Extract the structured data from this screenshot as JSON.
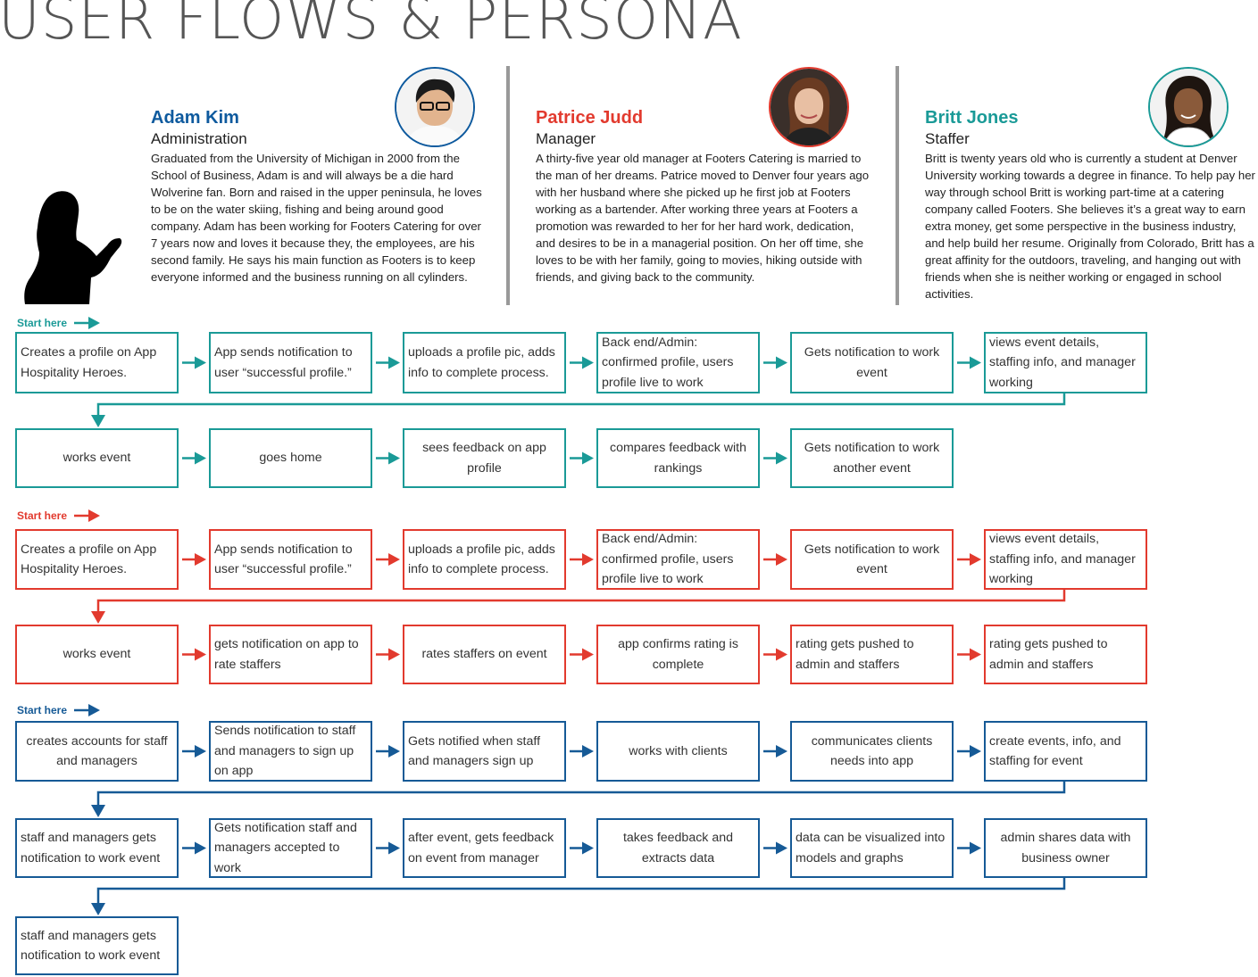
{
  "title": "USER FLOWS & PERSONA",
  "colors": {
    "teal": "#1a9a97",
    "red": "#e23a2e",
    "blue": "#165a96",
    "name_blue": "#0e5a9e"
  },
  "personas": [
    {
      "name": "Adam Kim",
      "role": "Administration",
      "color": "#0e5a9e",
      "bio": "Graduated from the University of Michigan in 2000 from the School of Business, Adam is and will always be a die hard Wolverine fan. Born and raised in the upper peninsula, he loves to be on the water skiing, fishing and being around good company. Adam has been working for Footers Catering for over 7 years now and loves it because they, the employees, are his second family. He says his main function as Footers is to keep everyone informed and the business running on all cylinders."
    },
    {
      "name": "Patrice Judd",
      "role": "Manager",
      "color": "#e23a2e",
      "bio": "A thirty-five year old manager at Footers Catering is married to the man of her dreams. Patrice moved to Denver four years ago with her husband where she picked up he first job at Footers working as a bartender. After working three years at Footers a promotion was rewarded to her for her hard work, dedication, and desires to be in a managerial position. On her off time, she loves to be with her family, going to movies, hiking outside with friends, and giving back to the community."
    },
    {
      "name": "Britt Jones",
      "role": "Staffer",
      "color": "#1a9a97",
      "bio": "Britt is twenty years old who is currently a student at Denver University working towards a degree in finance. To help pay her way through school Britt is working part-time at a catering company called Footers. She believes it’s a great way to earn extra money, get some perspective in the business industry, and help build her resume. Originally from Colorado, Britt has a great affinity for the outdoors, traveling, and hanging out with friends when she is neither working or engaged in school activities."
    }
  ],
  "flows": [
    {
      "start_label": "Start here",
      "color": "#1a9a97",
      "rows": [
        [
          "Creates a profile on App Hospitality Heroes.",
          "App sends notification to user “successful profile.”",
          "uploads a profile pic, adds info to complete process.",
          "Back end/Admin: confirmed profile, users profile live to work",
          "Gets notification to work event",
          "views event details, staffing info, and manager working"
        ],
        [
          "works event",
          "goes home",
          "sees feedback on app profile",
          "compares feedback with rankings",
          "Gets notification to work another event"
        ]
      ]
    },
    {
      "start_label": "Start here",
      "color": "#e23a2e",
      "rows": [
        [
          "Creates a profile on App Hospitality Heroes.",
          "App sends notification to user “successful profile.”",
          "uploads a profile pic, adds info to complete process.",
          "Back end/Admin: confirmed profile, users profile live to work",
          "Gets notification to work event",
          "views event details, staffing info, and manager working"
        ],
        [
          "works event",
          "gets notification on app to rate staffers",
          "rates staffers on event",
          "app confirms rating is complete",
          "rating gets pushed to admin and staffers",
          "rating gets pushed to admin and staffers"
        ]
      ]
    },
    {
      "start_label": "Start here",
      "color": "#165a96",
      "rows": [
        [
          "creates accounts for staff and managers",
          "Sends notification to staff and managers to sign up on app",
          "Gets notified when staff and managers sign up",
          "works with clients",
          "communicates clients needs into app",
          "create events, info, and staffing for event"
        ],
        [
          "staff and managers gets notification to work event",
          "Gets notification staff and managers accepted to work",
          "after event, gets feedback on event from manager",
          "takes feedback and extracts data",
          "data can be visualized into models and graphs",
          "admin shares data with business owner"
        ],
        [
          "staff and managers gets notification to work event"
        ]
      ]
    }
  ]
}
